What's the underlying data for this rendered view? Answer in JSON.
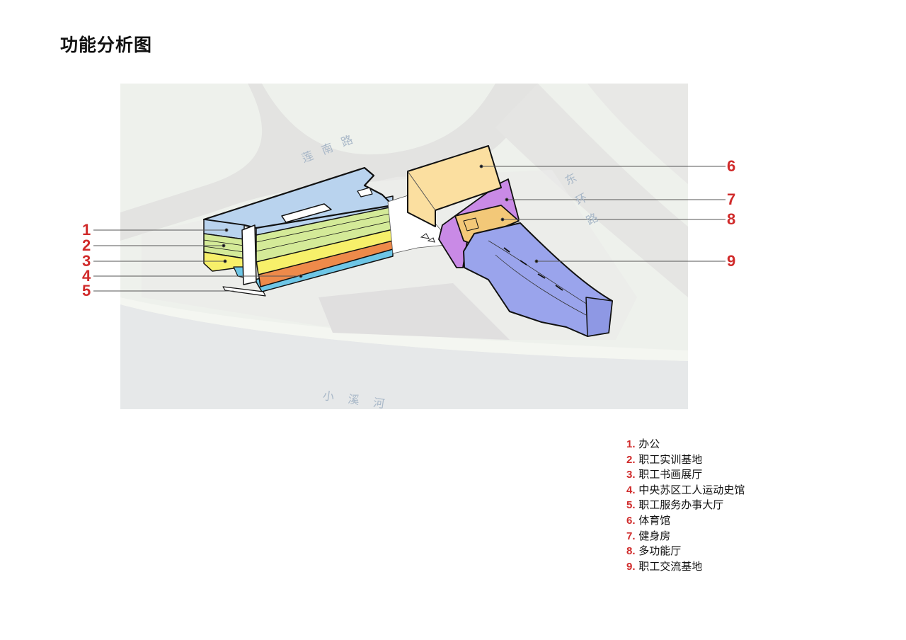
{
  "page": {
    "title": "功能分析图"
  },
  "map": {
    "road_labels": [
      {
        "id": "lian-nan-road",
        "text": "莲南路"
      },
      {
        "id": "dong-huan-road",
        "text": "东环路"
      },
      {
        "id": "xiaoxi-river",
        "text": "小溪河"
      }
    ],
    "background_color": "#eef1ec",
    "road_color": "#e4e4e2",
    "river_color": "#e6e9ea"
  },
  "callouts": [
    {
      "num": "1",
      "color": "#b9d3ee",
      "zone": "office"
    },
    {
      "num": "2",
      "color": "#d4ea98",
      "zone": "training"
    },
    {
      "num": "3",
      "color": "#f7f06a",
      "zone": "calligraphy"
    },
    {
      "num": "4",
      "color": "#ee8a4a",
      "zone": "history"
    },
    {
      "num": "5",
      "color": "#6ec6e6",
      "zone": "service"
    },
    {
      "num": "6",
      "color": "#fbdfa0",
      "zone": "gym"
    },
    {
      "num": "7",
      "color": "#c98ae6",
      "zone": "fitness"
    },
    {
      "num": "8",
      "color": "#f3c878",
      "zone": "multi"
    },
    {
      "num": "9",
      "color": "#9aa4ec",
      "zone": "exchange"
    }
  ],
  "legend": {
    "items": [
      {
        "num": "1.",
        "label": "办公"
      },
      {
        "num": "2.",
        "label": "职工实训基地"
      },
      {
        "num": "3.",
        "label": "职工书画展厅"
      },
      {
        "num": "4.",
        "label": "中央苏区工人运动史馆"
      },
      {
        "num": "5.",
        "label": "职工服务办事大厅"
      },
      {
        "num": "6.",
        "label": "体育馆"
      },
      {
        "num": "7.",
        "label": "健身房"
      },
      {
        "num": "8.",
        "label": "多功能厅"
      },
      {
        "num": "9.",
        "label": "职工交流基地"
      }
    ]
  },
  "colors": {
    "callout_red": "#d02a2a",
    "outline": "#111111"
  }
}
